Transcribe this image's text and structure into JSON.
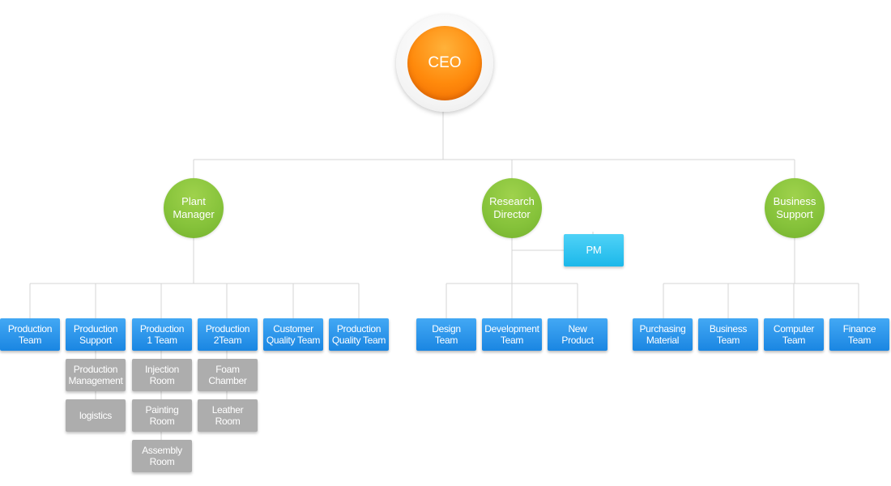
{
  "ceo": {
    "label": "CEO"
  },
  "managers": [
    {
      "label": "Plant\nManager"
    },
    {
      "label": "Research\nDirector"
    },
    {
      "label": "Business\nSupport"
    }
  ],
  "pm": {
    "label": "PM"
  },
  "plant_teams": [
    {
      "label": "Production\nTeam"
    },
    {
      "label": "Production\nSupport"
    },
    {
      "label": "Production\n1 Team"
    },
    {
      "label": "Production\n2Team"
    },
    {
      "label": "Customer\nQuality Team"
    },
    {
      "label": "Production\nQuality Team"
    }
  ],
  "support_subunits": [
    {
      "label": "Production\nManagement"
    },
    {
      "label": "logistics"
    }
  ],
  "team1_subunits": [
    {
      "label": "Injection\nRoom"
    },
    {
      "label": "Painting\nRoom"
    },
    {
      "label": "Assembly\nRoom"
    }
  ],
  "team2_subunits": [
    {
      "label": "Foam\nChamber"
    },
    {
      "label": "Leather\nRoom"
    }
  ],
  "research_teams": [
    {
      "label": "Design\nTeam"
    },
    {
      "label": "Development\nTeam"
    },
    {
      "label": "New\nProduct"
    }
  ],
  "business_teams": [
    {
      "label": "Purchasing\nMaterial"
    },
    {
      "label": "Business\nTeam"
    },
    {
      "label": "Computer\nTeam"
    },
    {
      "label": "Finance\nTeam"
    }
  ],
  "colors": {
    "ceo": "#ff8a0c",
    "manager": "#85c23a",
    "team": "#2593e8",
    "pm": "#2cc2ef",
    "subunit": "#adadad",
    "connector": "#d4d4d4"
  }
}
